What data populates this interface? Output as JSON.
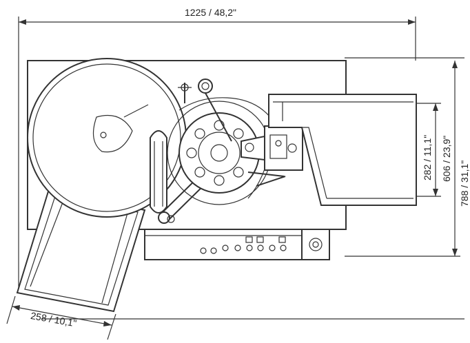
{
  "dimensions": {
    "overall_width": "1225 / 48,2\"",
    "outfeed_height_inner": "282 / 11,1\"",
    "outfeed_height_outer": "606 / 23,9\"",
    "overall_depth_partial": "788 / 31,1\"",
    "infeed_width": "258 / 10,1\""
  }
}
